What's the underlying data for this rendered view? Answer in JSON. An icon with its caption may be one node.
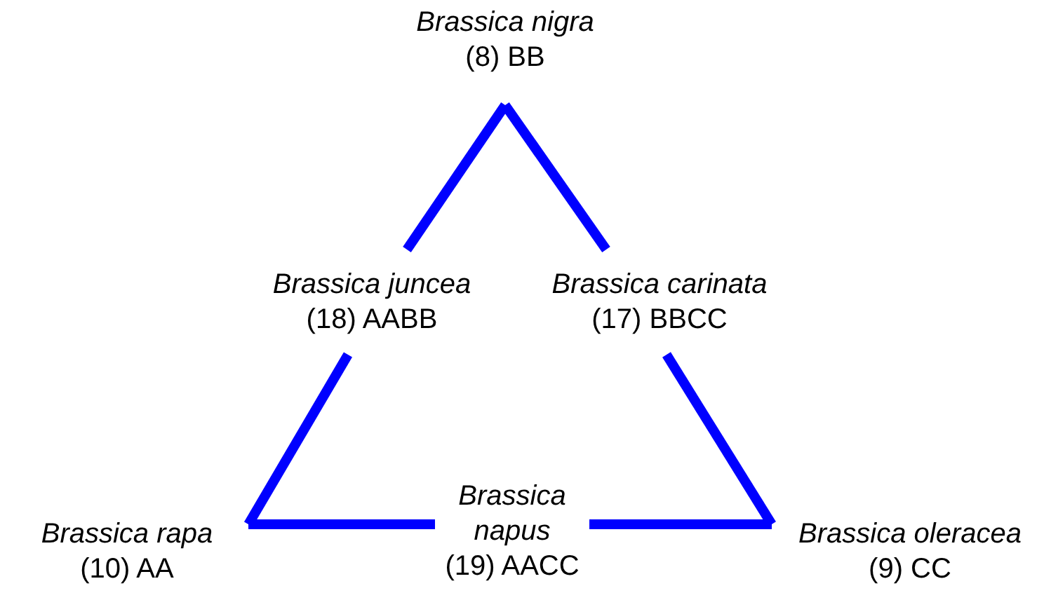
{
  "diagram": {
    "nodes": [
      {
        "text": [
          "Brassica nigra",
          "(8) BB"
        ]
      },
      {
        "text": [
          "Brassica juncea",
          "(18) AABB"
        ]
      },
      {
        "text": [
          "Brassica carinata",
          "(17) BBCC"
        ]
      },
      {
        "text": [
          "Brassica rapa",
          "(10) AA"
        ]
      },
      {
        "text": [
          "Brassica napus",
          "(19) AACC"
        ]
      },
      {
        "text": [
          "Brassica oleracea",
          "(9) CC"
        ]
      }
    ],
    "edges": [
      {
        "from": 0,
        "to": 1,
        "arrow": "none"
      },
      {
        "from": 1,
        "to": 3,
        "arrow": "none"
      },
      {
        "from": 3,
        "to": 4,
        "arrow": "none"
      },
      {
        "from": 4,
        "to": 5,
        "arrow": "none"
      },
      {
        "from": 5,
        "to": 2,
        "arrow": "none"
      },
      {
        "from": 2,
        "to": 0,
        "arrow": "none"
      }
    ]
  }
}
